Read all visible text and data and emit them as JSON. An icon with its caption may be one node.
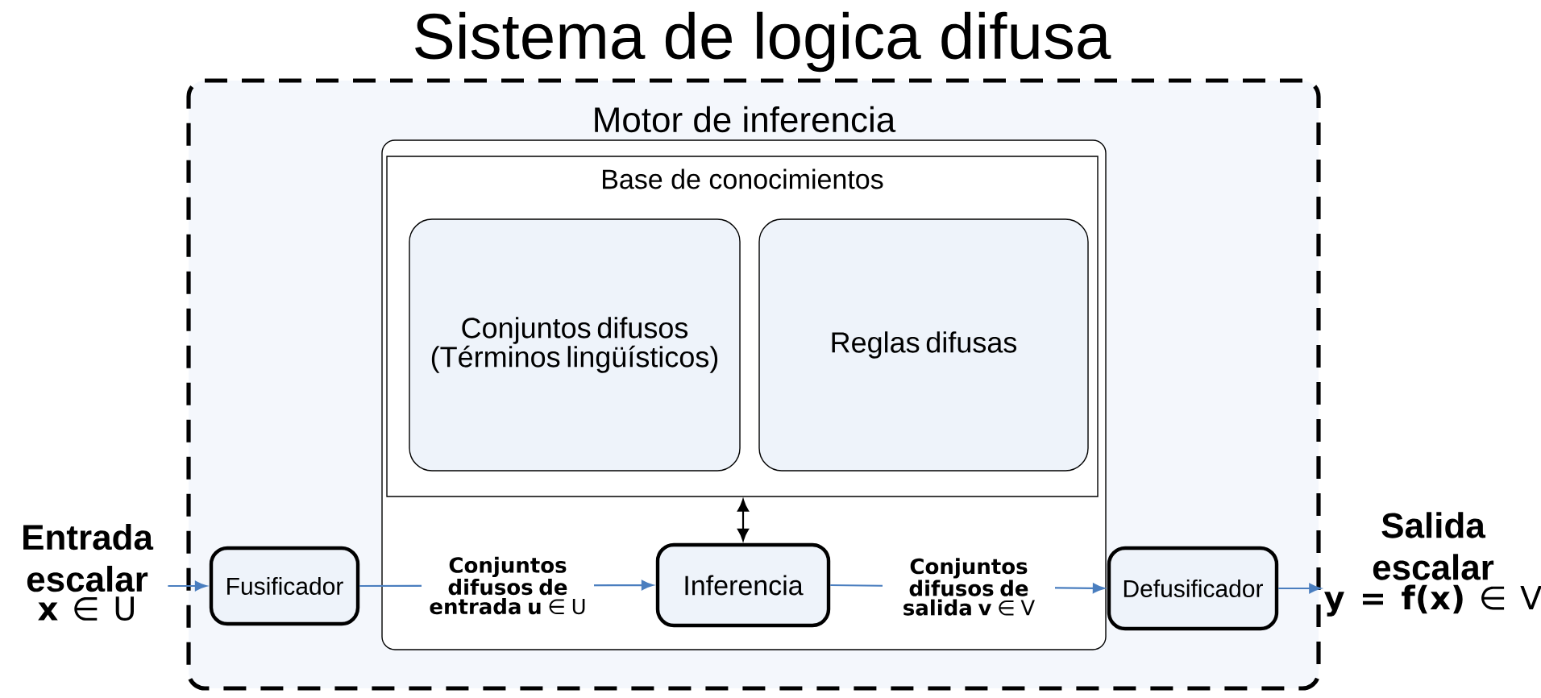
{
  "diagram": {
    "nodes": [
      {
        "text": [
          "Sistema de logica difusa"
        ]
      },
      {
        "text": [
          "Motor de inferencia"
        ],
        "in": 0
      },
      {
        "text": [
          "Base de conocimientos"
        ],
        "in": 1
      },
      {
        "text": [
          "Conjuntos difusos (Términos lingüísticos)"
        ],
        "in": 2
      },
      {
        "text": [
          "Reglas difusas"
        ],
        "in": 2
      },
      {
        "text": [
          "Fusificador"
        ],
        "in": 0
      },
      {
        "text": [
          "Inferencia"
        ],
        "in": 1
      },
      {
        "text": [
          "Defusificador"
        ],
        "in": 0
      },
      {
        "text": [
          "Entrada escalar",
          "**x** ∈ U"
        ]
      },
      {
        "text": [
          "Salida escalar",
          "**y = f(x)** ∈ V"
        ]
      }
    ],
    "edges": [
      {
        "from": 8,
        "to": 5,
        "arrow": "to"
      },
      {
        "from": 5,
        "to": 6,
        "arrow": "to",
        "label": "**Conjuntos difusos de entrada u** ∈ U"
      },
      {
        "from": 6,
        "to": 7,
        "arrow": "to",
        "label": "**Conjuntos difusos de salida v** ∈ V"
      },
      {
        "from": 2,
        "to": 6,
        "arrow": "both",
        "color": "#000000"
      },
      {
        "from": 7,
        "to": 9,
        "arrow": "to"
      }
    ]
  }
}
